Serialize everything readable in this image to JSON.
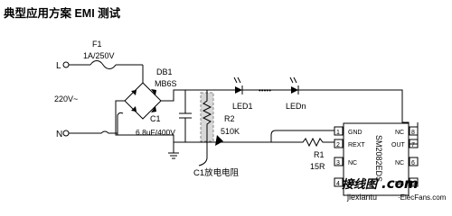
{
  "heading": "典型应用方案 EMI 测试",
  "input": {
    "line_label": "L",
    "neutral_label": "N",
    "voltage_label": "220V~"
  },
  "fuse": {
    "ref": "F1",
    "value": "1A/250V"
  },
  "bridge": {
    "ref": "DB1",
    "value": "MB6S"
  },
  "capacitor": {
    "ref": "C1",
    "value": "6.8uF/400V"
  },
  "resistor_r2": {
    "ref": "R2",
    "value": "510K"
  },
  "resistor_r1": {
    "ref": "R1",
    "value": "15R"
  },
  "bleeder_note": "C1放电电阻",
  "leds": {
    "first": "LED1",
    "last": "LEDn",
    "ellipsis": "•••••"
  },
  "ic": {
    "part_number": "SM2082EDS",
    "left_pins": [
      {
        "num": "1",
        "name": "GND"
      },
      {
        "num": "2",
        "name": "REXT"
      },
      {
        "num": "3",
        "name": "NC"
      },
      {
        "num": "4",
        "name": "NC"
      }
    ],
    "right_pins": [
      {
        "num": "8",
        "name": "NC"
      },
      {
        "num": "7",
        "name": "OUT"
      },
      {
        "num": "6",
        "name": "NC"
      },
      {
        "num": "5",
        "name": "NC"
      }
    ]
  },
  "watermark": {
    "cn": "接线图",
    "com": ".com",
    "url": "jiexiantu",
    "url2": "·ElecFans.com",
    "color_red": "#cc2222",
    "color_green": "#2a8a2a"
  }
}
